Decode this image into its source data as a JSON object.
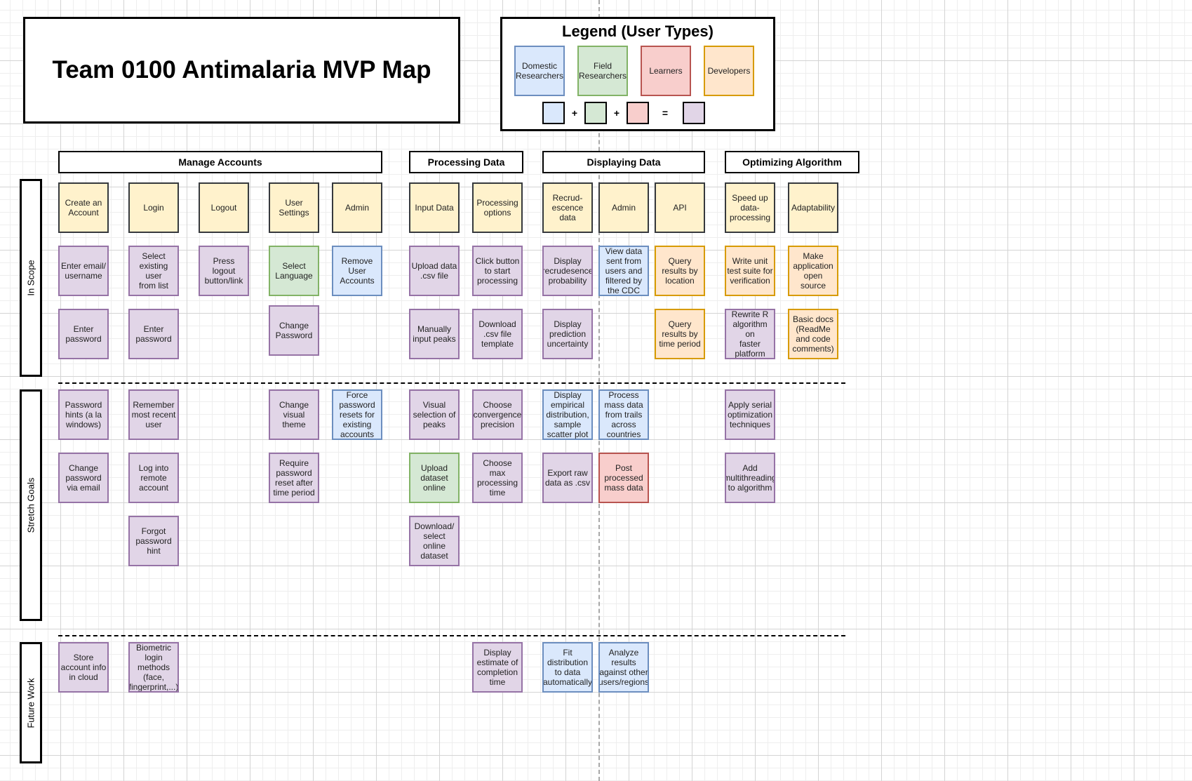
{
  "title": "Team 0100 Antimalaria MVP Map",
  "legend": {
    "title": "Legend (User Types)",
    "types": [
      "Domestic\nResearchers",
      "Field\nResearchers",
      "Learners",
      "Developers"
    ],
    "ops": [
      "+",
      "+",
      "="
    ]
  },
  "colors": {
    "blue": "#dae8fc",
    "green": "#d5e8d4",
    "red": "#f8cecc",
    "orange": "#ffe6cc",
    "purple": "#e1d5e7",
    "yellow": "#fff2cc"
  },
  "rows": [
    "In Scope",
    "Stretch Goals",
    "Future Work"
  ],
  "categories": [
    "Manage Accounts",
    "Processing Data",
    "Displaying Data",
    "Optimizing Algorithm"
  ],
  "feature_headers": [
    "Create an\nAccount",
    "Login",
    "Logout",
    "User\nSettings",
    "Admin",
    "Input Data",
    "Processing\noptions",
    "Recrud-\nescence\ndata",
    "Admin",
    "API",
    "Speed up\ndata-\nprocessing",
    "Adaptability"
  ],
  "cards": {
    "in_scope": [
      "Enter email/\nusername",
      "Select\nexisting user\nfrom list",
      "Press logout\nbutton/link",
      "Select\nLanguage",
      "Remove\nUser\nAccounts",
      "Upload data\n.csv file",
      "Click button\nto start\nprocessing",
      "Display\nrecrudesence\nprobability",
      "View data\nsent from\nusers and\nfiltered by\nthe CDC",
      "Query\nresults by\nlocation",
      "Write unit\ntest suite for\nverification",
      "Make\napplication\nopen\nsource",
      "Enter\npassword",
      "Enter\npassword",
      "Change\nPassword",
      "Manually\ninput peaks",
      "Download\n.csv file\ntemplate",
      "Display\nprediction\nuncertainty",
      "Query\nresults by\ntime period",
      "Rewrite R\nalgorithm on\nfaster\nplatform",
      "Basic docs\n(ReadMe\nand code\ncomments)"
    ],
    "stretch": [
      "Password\nhints (a la\nwindows)",
      "Remember\nmost recent\nuser",
      "Change\nvisual theme",
      "Force\npassword\nresets for\nexisting\naccounts",
      "Visual\nselection of\npeaks",
      "Choose\nconvergence\nprecision",
      "Display\nempirical\ndistribution,\nsample\nscatter plot",
      "Process\nmass data\nfrom trails\nacross\ncountries",
      "Apply serial\noptimization\ntechniques",
      "Change\npassword\nvia email",
      "Log into\nremote\naccount",
      "Require\npassword\nreset after\ntime period",
      "Upload\ndataset\nonline",
      "Choose max\nprocessing\ntime",
      "Export raw\ndata as .csv",
      "Post\nprocessed\nmass data",
      "Add\nmultithreading\nto algorithm",
      "Forgot\npassword\nhint",
      "Download/\nselect online\ndataset"
    ],
    "future": [
      "Store\naccount info\nin cloud",
      "Biometric\nlogin\nmethods\n(face,\nfingerprint,...)",
      "Display\nestimate of\ncompletion\ntime",
      "Fit\ndistribution\nto data\nautomatically",
      "Analyze\nresults\nagainst other\nusers/regions"
    ]
  }
}
